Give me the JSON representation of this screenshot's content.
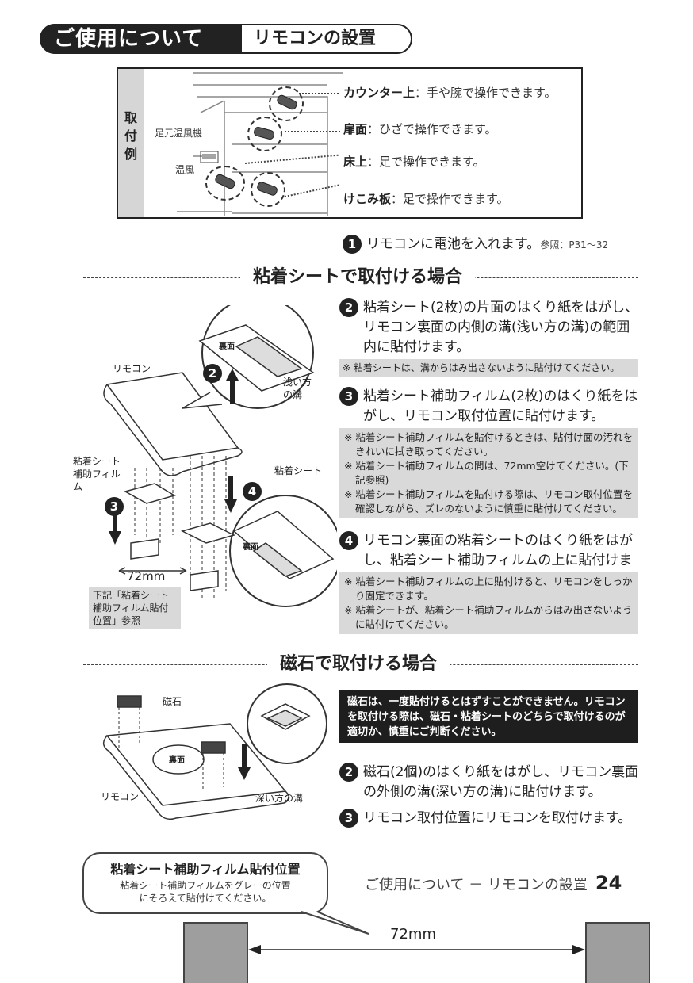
{
  "header": {
    "section": "ご使用について",
    "topic": "リモコンの設置"
  },
  "examples": {
    "side_label": [
      "取",
      "付",
      "例"
    ],
    "device_label": "足元温風機",
    "warm_air_label": "温風",
    "items": [
      {
        "place": "カウンター上",
        "desc": "：手や腕で操作できます。"
      },
      {
        "place": "扉面",
        "desc": "：ひざで操作できます。"
      },
      {
        "place": "床上",
        "desc": "：足で操作できます。"
      },
      {
        "place": "けこみ板",
        "desc": "：足で操作できます。"
      }
    ]
  },
  "step1": {
    "num": "1",
    "text": "リモコンに電池を入れます。",
    "ref": "参照：P31～32"
  },
  "section_adhesive": {
    "title": "粘着シートで取付ける場合",
    "step2": {
      "num": "2",
      "text": "粘着シート(2枚)の片面のはくり紙をはがし、リモコン裏面の内側の溝(浅い方の溝)の範囲内に貼付けます。"
    },
    "note2": "※ 粘着シートは、溝からはみ出さないように貼付けてください。",
    "step3": {
      "num": "3",
      "text": "粘着シート補助フィルム(2枚)のはくり紙をはがし、リモコン取付位置に貼付けます。"
    },
    "notes3": [
      "※ 粘着シート補助フィルムを貼付けるときは、貼付け面の汚れをきれいに拭き取ってください。",
      "※ 粘着シート補助フィルムの間は、72mm空けてください。(下記参照)",
      "※ 粘着シート補助フィルムを貼付ける際は、リモコン取付位置を確認しながら、ズレのないように慎重に貼付けてください。"
    ],
    "step4": {
      "num": "4",
      "text": "リモコン裏面の粘着シートのはくり紙をはがし、粘着シート補助フィルムの上に貼付けます。"
    },
    "notes4": [
      "※ 粘着シート補助フィルムの上に貼付けると、リモコンをしっかり固定できます。",
      "※ 粘着シートが、粘着シート補助フィルムからはみ出さないように貼付けてください。"
    ],
    "diagram": {
      "remote_label": "リモコン",
      "shallow_label": "浅い方の溝",
      "sheet_label": "粘着シート",
      "film_label": "粘着シート補助フィルム",
      "distance": "72mm",
      "ref_note": "下記「粘着シート補助フィルム貼付位置」参照",
      "back_label": "裏面",
      "n2": "2",
      "n3": "3",
      "n4": "4"
    }
  },
  "section_magnet": {
    "title": "磁石で取付ける場合",
    "warning": "磁石は、一度貼付けるとはずすことができません。リモコンを取付ける際は、磁石・粘着シートのどちらで取付けるのが適切か、慎重にご判断ください。",
    "step2": {
      "num": "2",
      "text": "磁石(2個)のはくり紙をはがし、リモコン裏面の外側の溝(深い方の溝)に貼付けます。"
    },
    "step3": {
      "num": "3",
      "text": "リモコン取付位置にリモコンを取付けます。"
    },
    "diagram": {
      "magnet_label": "磁石",
      "remote_label": "リモコン",
      "deep_label": "深い方の溝",
      "back_label": "裏面"
    }
  },
  "callout": {
    "title": "粘着シート補助フィルム貼付位置",
    "text": "粘着シート補助フィルムをグレーの位置にそろえて貼付けてください。"
  },
  "footer": {
    "text": "ご使用について － リモコンの設置",
    "page": "24"
  },
  "bottom_distance": "72mm"
}
